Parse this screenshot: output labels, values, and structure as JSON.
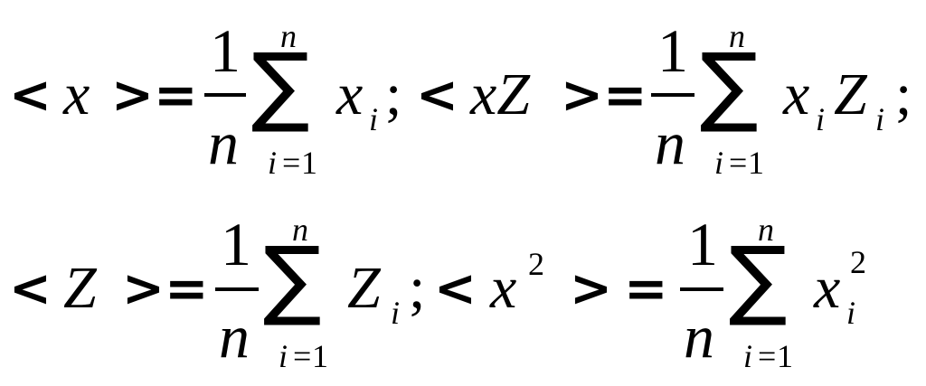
{
  "formulas": {
    "mean_x": {
      "lhs": {
        "open": "<",
        "var": "x",
        "close": ">",
        "eq": "="
      },
      "frac": {
        "num": "1",
        "den": "n"
      },
      "sum": {
        "symbol": "∑",
        "upper": "n",
        "lower_var": "i",
        "lower_eq": "=",
        "lower_val": "1"
      },
      "term": {
        "var": "x",
        "sub": "i"
      },
      "sep": ";"
    },
    "mean_xz": {
      "lhs": {
        "open": "<",
        "var": "xZ",
        "close": ">",
        "eq": "="
      },
      "frac": {
        "num": "1",
        "den": "n"
      },
      "sum": {
        "symbol": "∑",
        "upper": "n",
        "lower_var": "i",
        "lower_eq": "=",
        "lower_val": "1"
      },
      "term": {
        "var1": "x",
        "sub1": "i",
        "var2": "Z",
        "sub2": "i"
      },
      "sep": ";"
    },
    "mean_z": {
      "lhs": {
        "open": "<",
        "var": "Z",
        "close": ">",
        "eq": "="
      },
      "frac": {
        "num": "1",
        "den": "n"
      },
      "sum": {
        "symbol": "∑",
        "upper": "n",
        "lower_var": "i",
        "lower_eq": "=",
        "lower_val": "1"
      },
      "term": {
        "var": "Z",
        "sub": "i"
      },
      "sep": ";"
    },
    "mean_x2": {
      "lhs": {
        "open": "<",
        "var": "x",
        "sup": "2",
        "close": ">",
        "eq": "="
      },
      "frac": {
        "num": "1",
        "den": "n"
      },
      "sum": {
        "symbol": "∑",
        "upper": "n",
        "lower_var": "i",
        "lower_eq": "=",
        "lower_val": "1"
      },
      "term": {
        "var": "x",
        "sub": "i",
        "sup": "2"
      }
    }
  }
}
